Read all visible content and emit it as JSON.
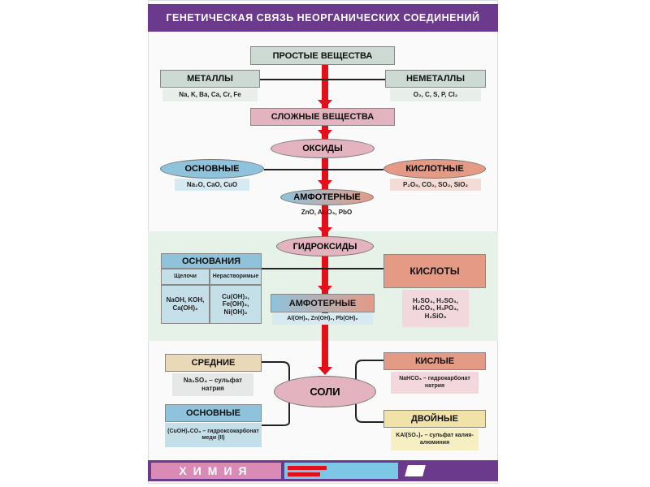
{
  "title": "ГЕНЕТИЧЕСКАЯ СВЯЗЬ НЕОРГАНИЧЕСКИХ СОЕДИНЕНИЙ",
  "simple": {
    "label": "ПРОСТЫЕ ВЕЩЕСТВА",
    "metals": "МЕТАЛЛЫ",
    "metals_ex": "Na, K, Ba, Ca, Cr, Fe",
    "nonmetals": "НЕМЕТАЛЛЫ",
    "nonmetals_ex": "O₂, C, S, P, Cl₂"
  },
  "complex": {
    "label": "СЛОЖНЫЕ ВЕЩЕСТВА"
  },
  "oxides": {
    "label": "ОКСИДЫ",
    "basic": "ОСНОВНЫЕ",
    "basic_ex": "Na₂O, CaO, CuO",
    "acidic": "КИСЛОТНЫЕ",
    "acidic_ex": "P₂O₅, CO₂, SO₂, SiO₂",
    "amph": "АМФОТЕРНЫЕ",
    "amph_ex": "ZnO, Al₂O₃, PbO"
  },
  "hydroxides": {
    "label": "ГИДРОКСИДЫ",
    "bases": "ОСНОВАНИЯ",
    "alkali": "Щелочи",
    "insoluble": "Нерастворимые",
    "alkali_ex": "NaOH, KOH, Ca(OH)₂",
    "insoluble_ex": "Cu(OH)₂, Fe(OH)₃, Ni(OH)₂",
    "acids": "КИСЛОТЫ",
    "acids_ex": "H₂SO₄, H₂SO₃, H₂CO₃, H₃PO₄, H₂SiO₃",
    "amph": "АМФОТЕРНЫЕ",
    "amph_ex": "Al(OH)₃, Zn(OH)₂, Pb(OH)₂"
  },
  "salts": {
    "label": "СОЛИ",
    "middle": "СРЕДНИЕ",
    "middle_ex": "Na₂SO₄ – сульфат натрия",
    "basic": "ОСНОВНЫЕ",
    "basic_ex": "(CuOH)₂CO₃ – гидроксокарбонат меди (II)",
    "acidic": "КИСЛЫЕ",
    "acidic_ex": "NaHCO₃ – гидрокарбонат натрия",
    "double": "ДВОЙНЫЕ",
    "double_ex": "KAl(SO₄)₂ – сульфат калия-алюминия"
  },
  "footer": {
    "subject": "ХИМИЯ"
  }
}
